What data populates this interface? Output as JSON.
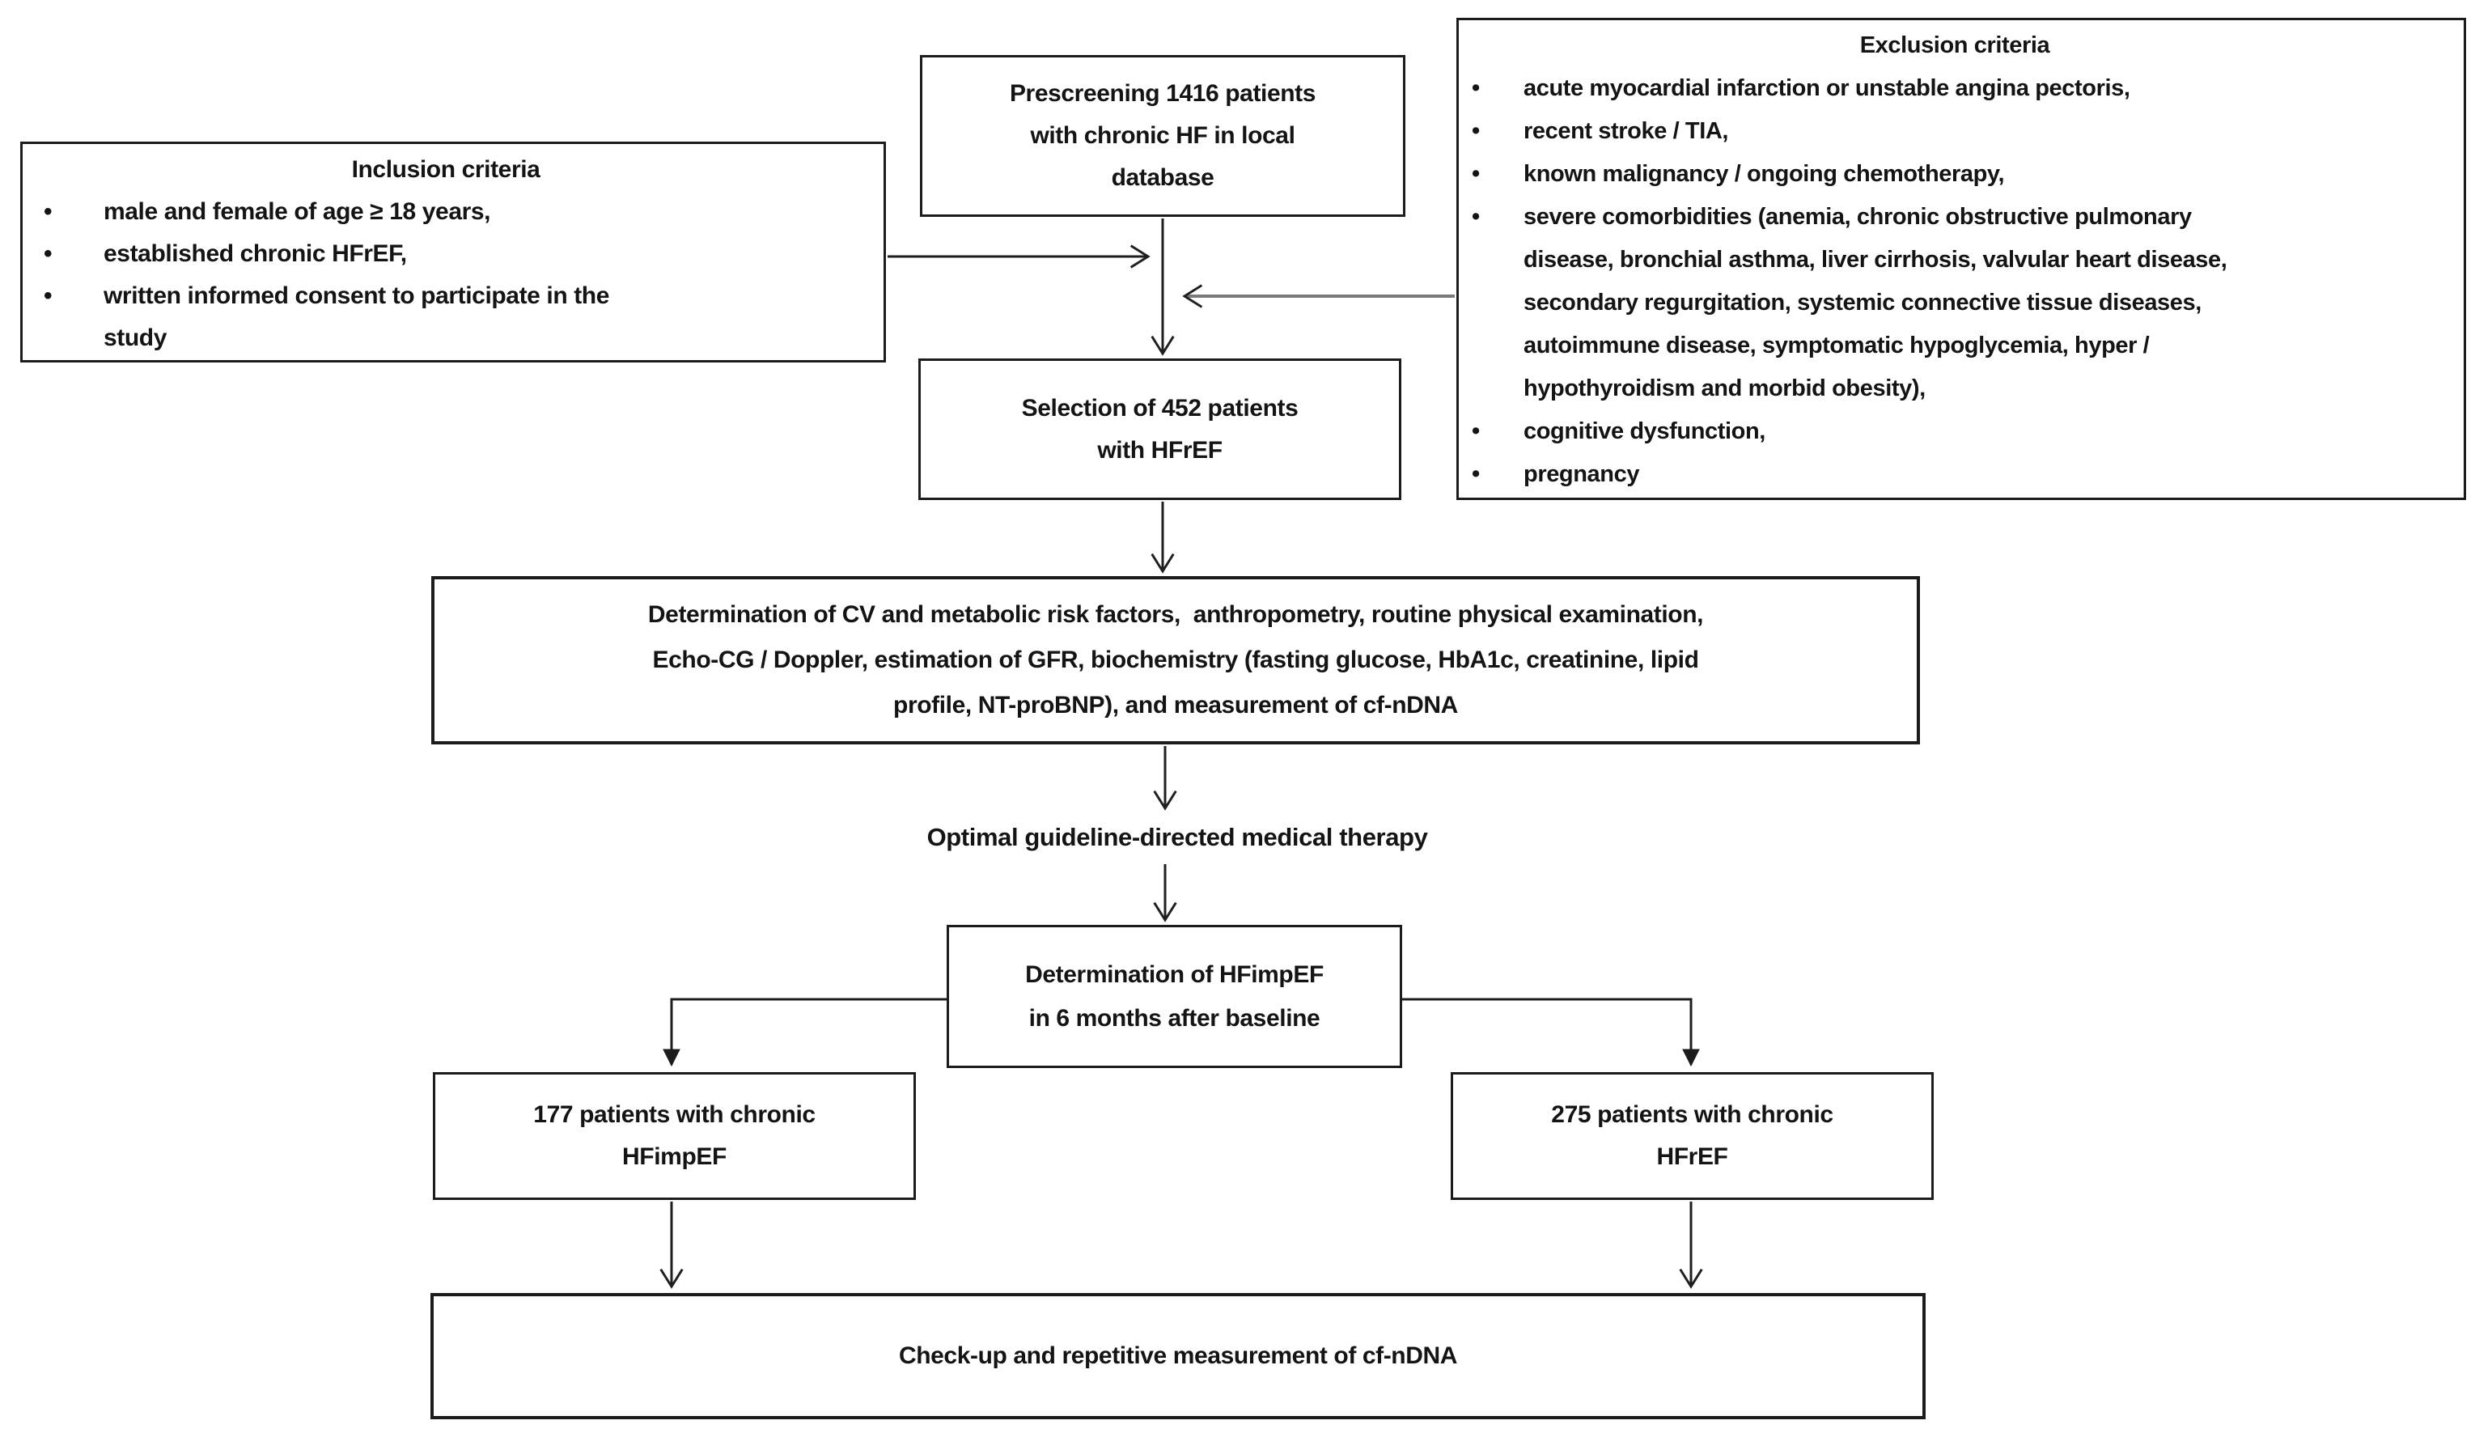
{
  "ui": {
    "bullet_glyph": "•"
  },
  "flowchart": {
    "prescreening_box": {
      "text": "Prescreening 1416 patients\nwith chronic HF in local\ndatabase"
    },
    "inclusion_box": {
      "title": "Inclusion criteria",
      "items": [
        "male and female of age ≥ 18 years,",
        "established chronic HFrEF,",
        "written informed consent to participate in the\nstudy"
      ]
    },
    "exclusion_box": {
      "title": "Exclusion criteria",
      "items": [
        "acute myocardial infarction or unstable angina pectoris,",
        "recent stroke / TIA,",
        "known malignancy / ongoing chemotherapy,",
        "severe comorbidities (anemia, chronic obstructive pulmonary\ndisease, bronchial asthma, liver cirrhosis, valvular heart disease,\nsecondary regurgitation, systemic connective tissue diseases,\nautoimmune disease, symptomatic hypoglycemia, hyper /\nhypothyroidism and morbid obesity),",
        "cognitive dysfunction,",
        "pregnancy"
      ]
    },
    "selection_box": {
      "text": "Selection of 452 patients\nwith HFrEF"
    },
    "workup_box": {
      "text": "Determination of CV and metabolic risk factors,  anthropometry, routine physical examination,\nEcho-CG / Doppler, estimation of GFR, biochemistry (fasting glucose, HbA1c, creatinine, lipid\nprofile, NT-proBNP), and measurement of cf-nDNA"
    },
    "therapy_label": {
      "text": "Optimal guideline-directed medical therapy"
    },
    "followup_box": {
      "text": "Determination of HFimpEF\nin 6 months after baseline"
    },
    "hfimpef_box": {
      "text": "177 patients with chronic\nHFimpEF"
    },
    "hfref_box": {
      "text": "275 patients with chronic\nHFrEF"
    },
    "checkup_box": {
      "text": "Check-up and repetitive measurement of cf-nDNA"
    },
    "colors": {
      "background": "#ffffff",
      "border": "#1c1c1c",
      "text": "#141414",
      "connector": "#1f1f1f",
      "exclusion_connector": "#7a7a7a"
    }
  }
}
